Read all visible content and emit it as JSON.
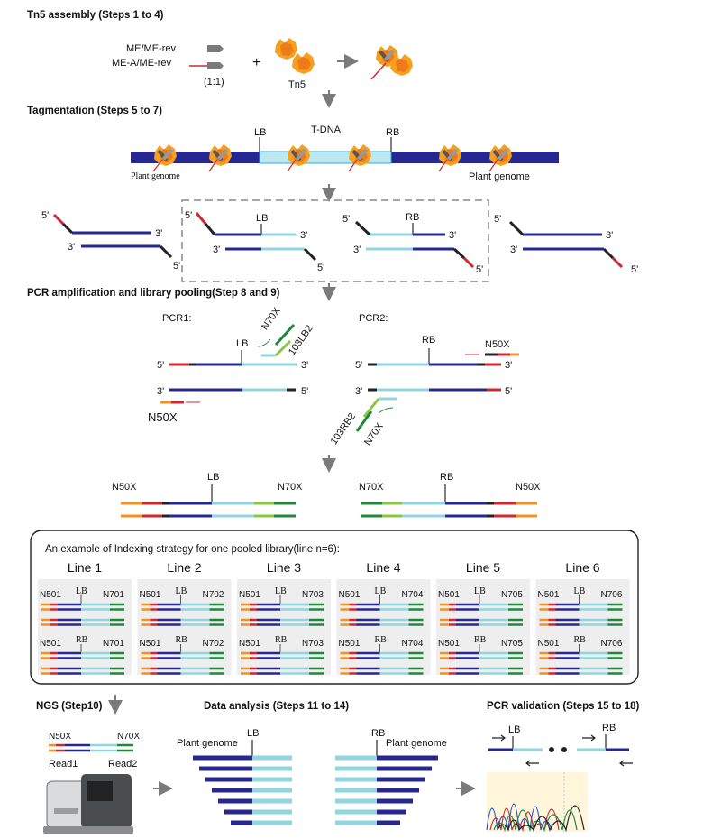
{
  "colors": {
    "navy": "#26288f",
    "cyan": "#8fd6df",
    "red": "#d32630",
    "black": "#222222",
    "green": "#20883a",
    "lightgreen": "#8cc63f",
    "orange": "#f29222",
    "grey": "#7a7a7a",
    "tn5": "#f5a01e"
  },
  "sections": {
    "assembly": "Tn5 assembly (Steps 1 to 4)",
    "tagmentation": "Tagmentation (Steps 5 to 7)",
    "pcr": "PCR amplification and library pooling(Step 8 and 9)",
    "ngs": "NGS (Step10)",
    "analysis": "Data analysis (Steps 11 to 14)",
    "validation": "PCR validation (Steps 15 to 18)"
  },
  "assembly": {
    "me_label": "ME/ME-rev",
    "mea_label": "ME-A/ME-rev",
    "ratio": "(1:1)",
    "plus": "+",
    "tn5_label": "Tn5"
  },
  "tagmentation": {
    "tdna": "T-DNA",
    "lb": "LB",
    "rb": "RB",
    "plant_genome_left": "Plant genome",
    "plant_genome_right": "Plant genome"
  },
  "fragments": {
    "five_prime": "5'",
    "three_prime": "3'",
    "lb": "LB",
    "rb": "RB"
  },
  "pcr": {
    "pcr1": "PCR1:",
    "pcr2": "PCR2:",
    "lb": "LB",
    "rb": "RB",
    "n70x": "N70X",
    "n50x": "N50X",
    "primer_lb": "103LB2",
    "primer_rb": "103RB2",
    "five_prime": "5'",
    "three_prime": "3'"
  },
  "pooled": {
    "left": {
      "n50x": "N50X",
      "lb": "LB",
      "n70x": "N70X"
    },
    "right": {
      "n70x": "N70X",
      "rb": "RB",
      "n50x": "N50X"
    }
  },
  "indexing": {
    "title": "An example of Indexing strategy for one pooled library(line n=6):",
    "lines": [
      {
        "name": "Line 1",
        "n5": "N501",
        "n7": "N701",
        "lb": "LB",
        "rb": "RB"
      },
      {
        "name": "Line 2",
        "n5": "N501",
        "n7": "N702",
        "lb": "LB",
        "rb": "RB"
      },
      {
        "name": "Line 3",
        "n5": "N501",
        "n7": "N703",
        "lb": "LB",
        "rb": "RB"
      },
      {
        "name": "Line 4",
        "n5": "N501",
        "n7": "N704",
        "lb": "LB",
        "rb": "RB"
      },
      {
        "name": "Line 5",
        "n5": "N501",
        "n7": "N705",
        "lb": "LB",
        "rb": "RB"
      },
      {
        "name": "Line 6",
        "n5": "N501",
        "n7": "N706",
        "lb": "LB",
        "rb": "RB"
      }
    ]
  },
  "ngs": {
    "n50x": "N50X",
    "n70x": "N70X",
    "read1": "Read1",
    "read2": "Read2"
  },
  "analysis": {
    "lb": "LB",
    "rb": "RB",
    "plant_genome_left": "Plant genome",
    "plant_genome_right": "Plant genome"
  },
  "validation": {
    "lb": "LB",
    "rb": "RB"
  }
}
